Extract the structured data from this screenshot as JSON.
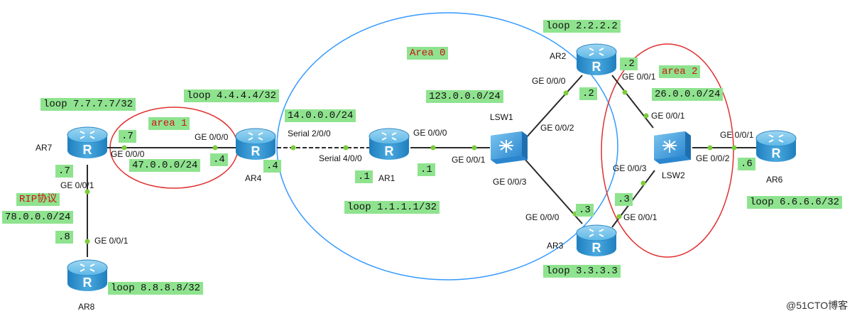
{
  "areas": {
    "area0": "Area 0",
    "area1": "area 1",
    "area2": "area 2",
    "rip": "RIP协议"
  },
  "loopbacks": {
    "ar1": "loop 1.1.1.1/32",
    "ar2": "loop 2.2.2.2",
    "ar3": "loop 3.3.3.3",
    "ar4": "loop 4.4.4.4/32",
    "ar6": "loop 6.6.6.6/32",
    "ar7": "loop 7.7.7.7/32",
    "ar8": "loop 8.8.8.8/32"
  },
  "networks": {
    "n14": "14.0.0.0/24",
    "n47": "47.0.0.0/24",
    "n78": "78.0.0.0/24",
    "n123": "123.0.0.0/24",
    "n26": "26.0.0.0/24"
  },
  "hosts": {
    "ar7_47": ".7",
    "ar4_47": ".4",
    "ar4_14": ".4",
    "ar1_14": ".1",
    "ar1_123": ".1",
    "ar7_78": ".7",
    "ar8_78": ".8",
    "ar2_123": ".2",
    "ar2_26": ".2",
    "ar3_123": ".3",
    "ar3_26": ".3",
    "ar6_26": ".6"
  },
  "devices": {
    "ar1": "AR1",
    "ar2": "AR2",
    "ar3": "AR3",
    "ar4": "AR4",
    "ar6": "AR6",
    "ar7": "AR7",
    "ar8": "AR8",
    "lsw1": "LSW1",
    "lsw2": "LSW2"
  },
  "ports": {
    "ar7_g000": "GE 0/0/0",
    "ar4_g000": "GE 0/0/0",
    "ar4_s200": "Serial 2/0/0",
    "ar1_s400": "Serial 4/0/0",
    "ar1_g000": "GE 0/0/0",
    "lsw1_g001": "GE 0/0/1",
    "lsw1_g002": "GE 0/0/2",
    "lsw1_g003": "GE 0/0/3",
    "ar2_g000": "GE 0/0/0",
    "ar2_g001": "GE 0/0/1",
    "lsw2_g001": "GE 0/0/1",
    "lsw2_g003": "GE 0/0/3",
    "lsw2_g002": "GE 0/0/2",
    "ar6_g001": "GE 0/0/1",
    "ar3_g000": "GE 0/0/0",
    "ar3_g001": "GE 0/0/1",
    "ar7_g001": "GE 0/0/1",
    "ar8_g001": "GE 0/0/1"
  },
  "watermark": "@51CTO博客",
  "colors": {
    "router": "#3aa3d9",
    "switch": "#2f8fd6",
    "label_bg": "#8fe38f",
    "area": "#e03030",
    "area0": "#3399ff",
    "link": "#2a2a2a",
    "port_dot": "#7ccd3a"
  }
}
